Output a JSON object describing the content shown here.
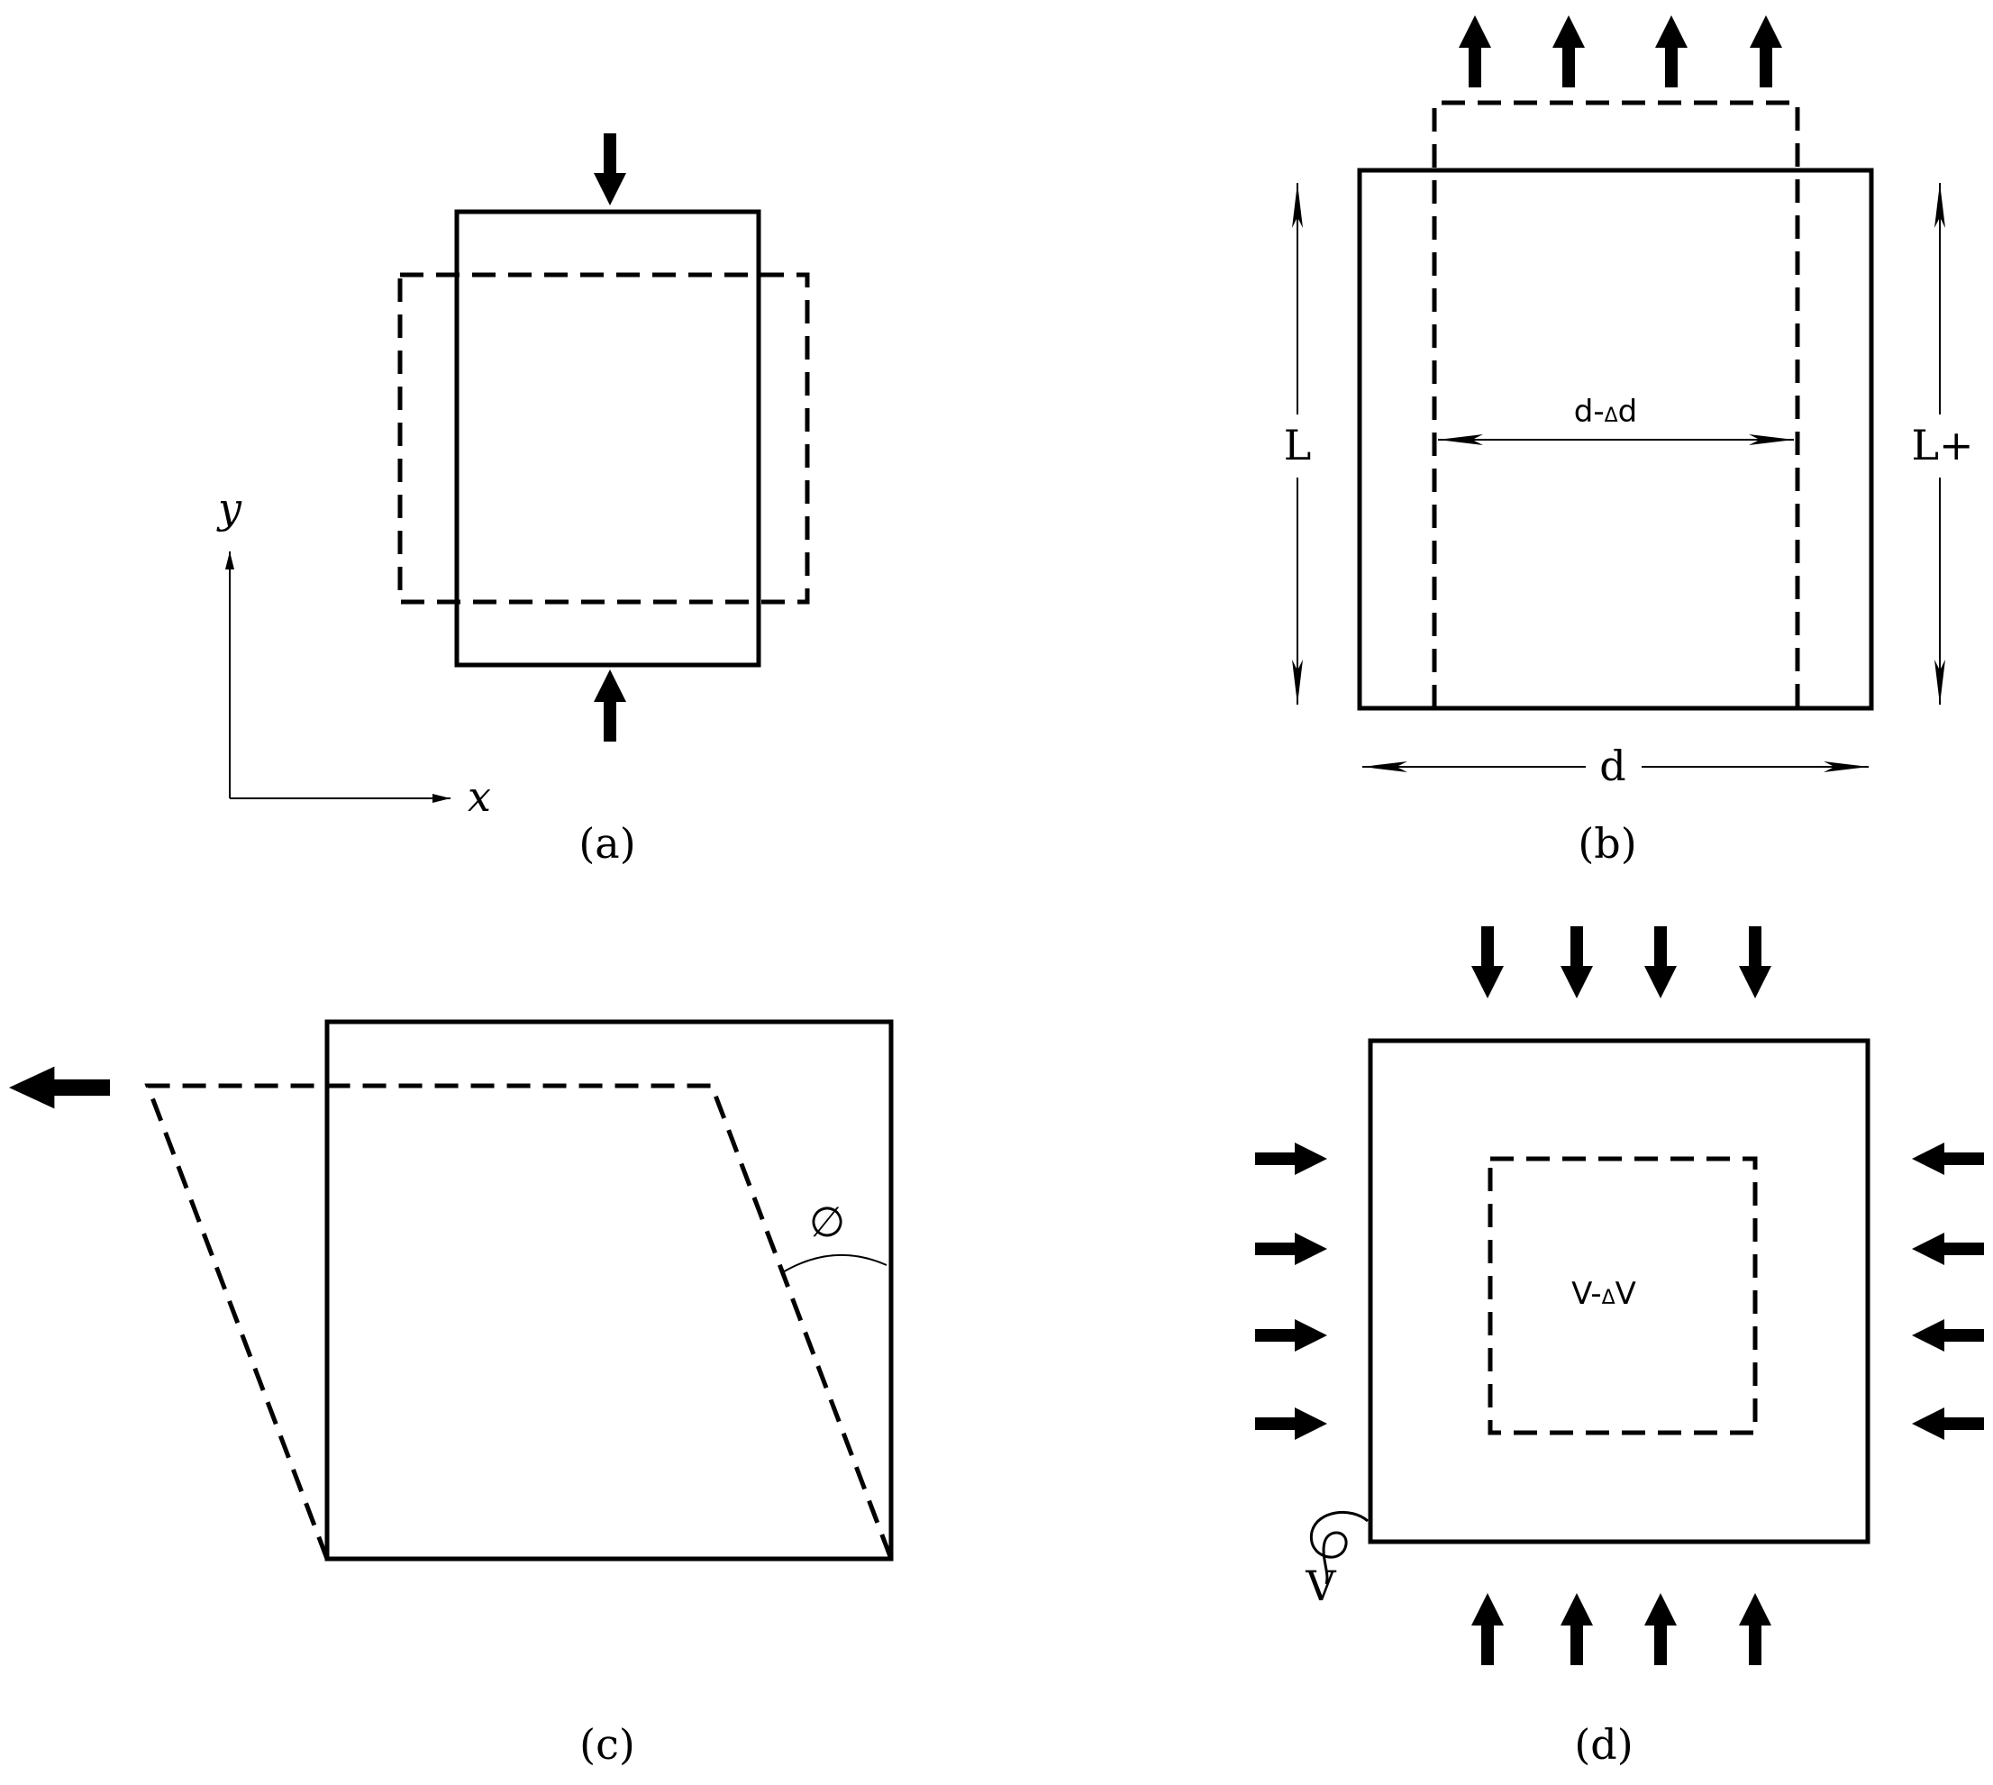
{
  "panels": {
    "a": {
      "caption": "(a)",
      "axis_x": "x",
      "axis_y": "y"
    },
    "b": {
      "caption": "(b)",
      "label_L": "L",
      "label_L_plus": "L+",
      "label_d": "d",
      "label_d_minus": "d-",
      "delta": "Δ",
      "label_d_suffix": "d"
    },
    "c": {
      "caption": "(c)",
      "label_angle": "∅"
    },
    "d": {
      "caption": "(d)",
      "label_V_minus": "V-",
      "delta": "Δ",
      "label_V_suffix": "V",
      "label_V": "V"
    }
  }
}
